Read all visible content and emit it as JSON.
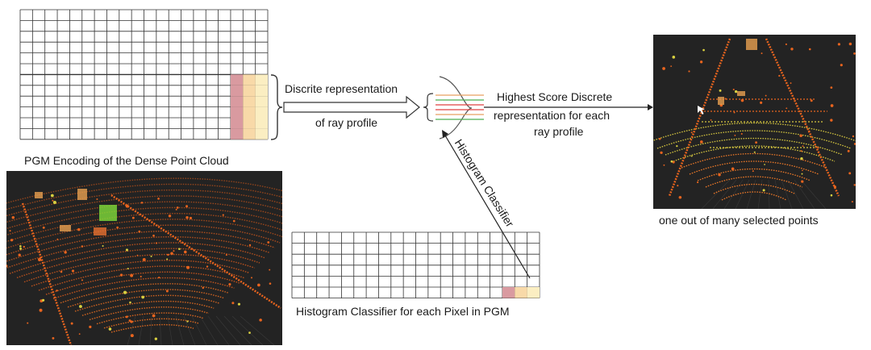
{
  "labels": {
    "pgm_caption": "PGM Encoding of the Dense Point Cloud",
    "discrete_line1": "Discrite representation",
    "discrete_line2": "of ray profile",
    "highest_line1": "Highest Score Discrete",
    "highest_line2": "representation for each",
    "highest_line3": "ray profile",
    "histogram_arrow_label": "Histogram Classifier",
    "histogram_caption": "Histogram Classifier for each Pixel in PGM",
    "selected_caption": "one out of many selected points"
  },
  "colors": {
    "grid_line": "#333333",
    "cell_pink": "#d99aa0",
    "cell_salmon": "#f2c2a0",
    "cell_peach": "#f8d9a8",
    "cell_cream": "#fbeec2",
    "pointcloud_bg": "#232323",
    "point_orange": "#e8641e",
    "point_yellow": "#d8d040",
    "point_green": "#7fdc3a",
    "curve_green": "#4caf50",
    "curve_red": "#e04040",
    "curve_orange": "#e8a060"
  },
  "icons": {
    "hollow_arrow": "hollow-right-arrow-icon",
    "curly_brace": "right-curly-brace-icon",
    "gaussian": "gaussian-curve-icon"
  }
}
